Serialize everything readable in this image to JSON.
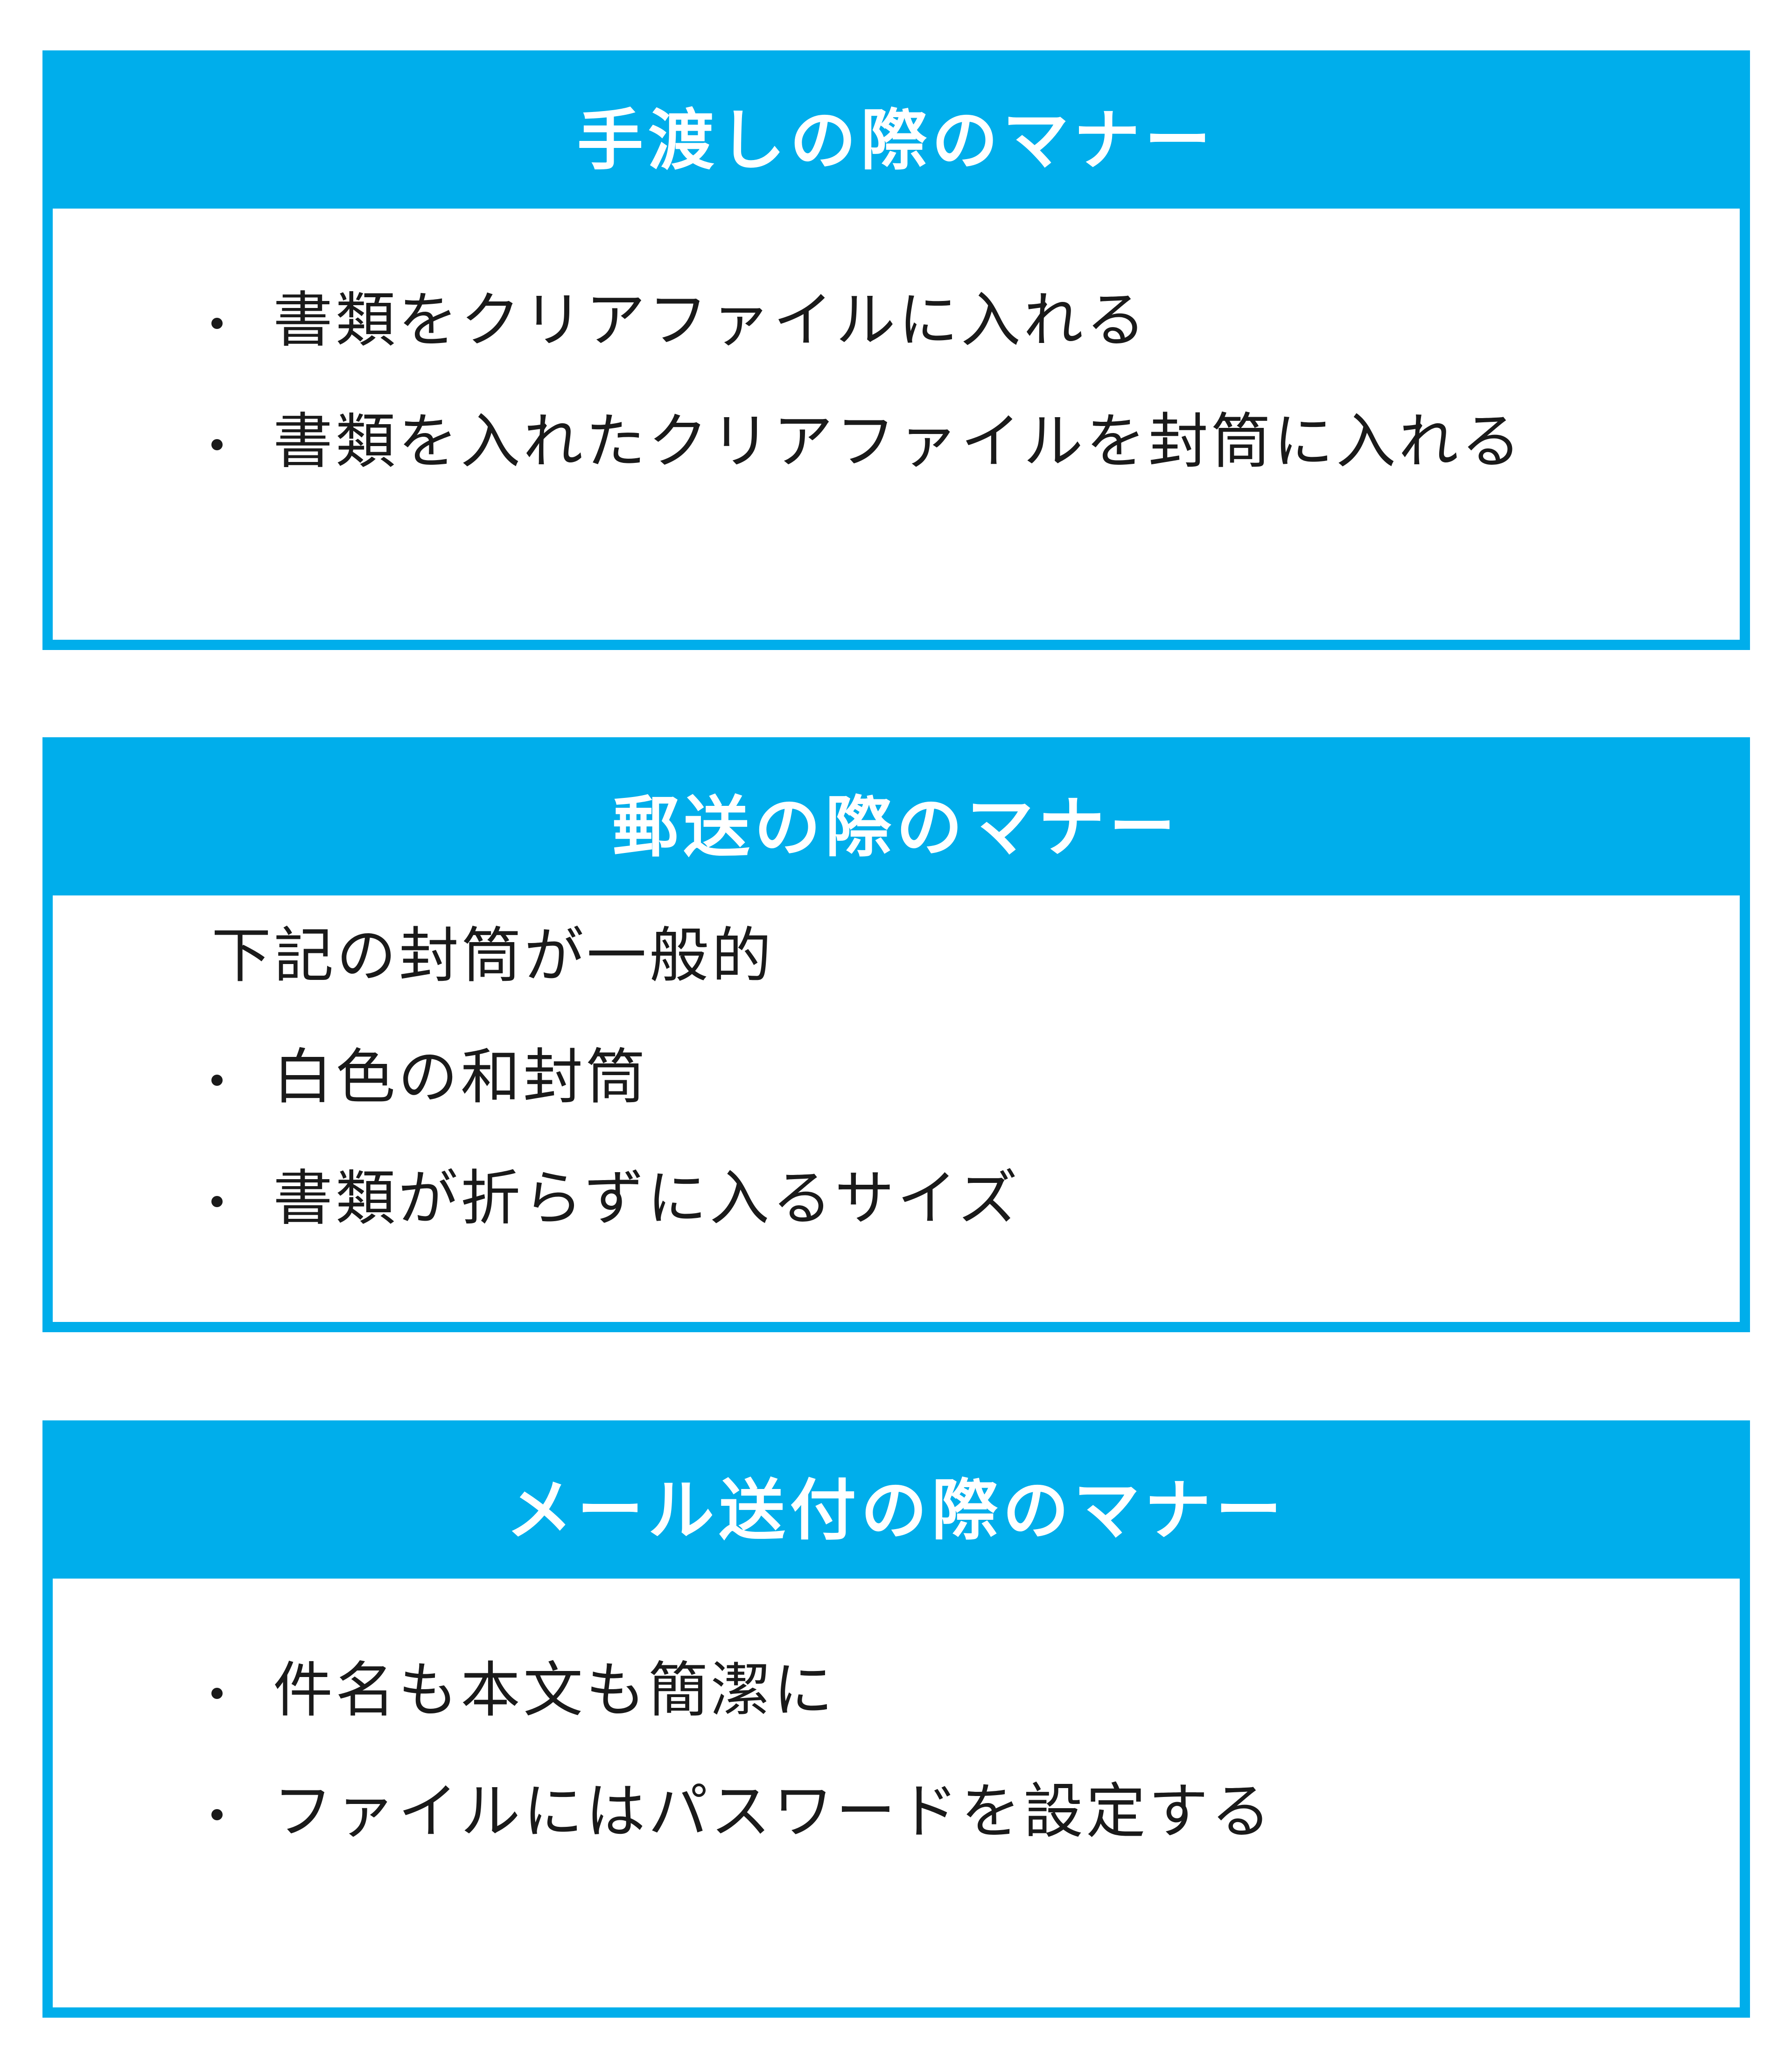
{
  "colors": {
    "accent": "#00aeeb",
    "header_text": "#ffffff",
    "body_text": "#1a1a1a",
    "background": "#ffffff"
  },
  "panels": [
    {
      "title": "手渡しの際のマナー",
      "intro": null,
      "items": [
        "書類をクリアファイルに入れる",
        "書類を入れたクリアファイルを封筒に入れる"
      ]
    },
    {
      "title": "郵送の際のマナー",
      "intro": "下記の封筒が一般的",
      "items": [
        "白色の和封筒",
        "書類が折らずに入るサイズ"
      ]
    },
    {
      "title": "メール送付の際のマナー",
      "intro": null,
      "items": [
        "件名も本文も簡潔に",
        "ファイルにはパスワードを設定する"
      ]
    }
  ]
}
